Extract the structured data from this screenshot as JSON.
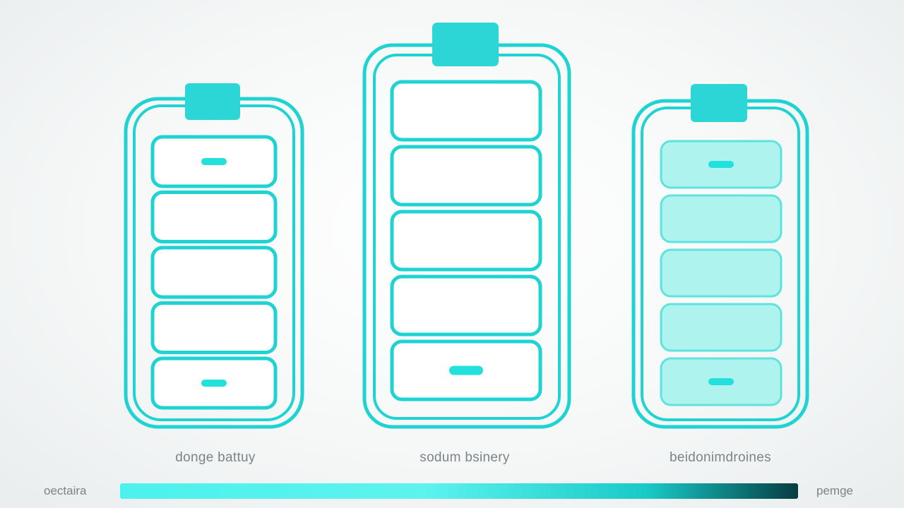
{
  "colors": {
    "outline": "#1fd3d3",
    "outline_dark": "#13c2c4",
    "cap": "#2dd6d6",
    "cell_fill_light": "#ffffff",
    "cell_fill_charged": "#aef3ee",
    "marker": "#22e0dc",
    "scale_start": "#4cf2ec",
    "scale_mid": "#17c9c6",
    "scale_end": "#063d42"
  },
  "batteries": [
    {
      "caption": "donge battuy",
      "icon": "battery-icon",
      "cells": 5,
      "cells_filled": 0,
      "cell_markers": [
        true,
        false,
        false,
        false,
        true
      ]
    },
    {
      "caption": "sodum bsinery",
      "icon": "battery-icon",
      "cells": 5,
      "cells_filled": 0,
      "cell_markers": [
        false,
        false,
        false,
        false,
        true
      ]
    },
    {
      "caption": "beidonimdroines",
      "icon": "battery-icon",
      "cells": 5,
      "cells_filled": 5,
      "cell_markers": [
        true,
        false,
        false,
        false,
        true
      ]
    }
  ],
  "scale": {
    "left_label": "oectaira",
    "right_label": "pemge"
  }
}
